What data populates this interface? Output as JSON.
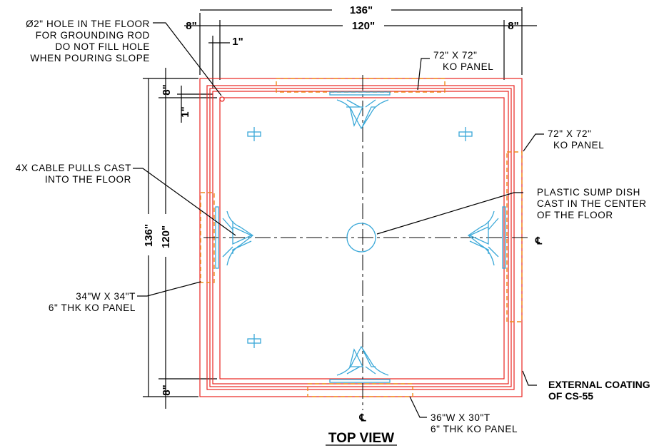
{
  "dimensions": {
    "overall_width": "136\"",
    "left_offset": "8\"",
    "inner_width": "120\"",
    "right_offset": "8\"",
    "hole_offset": "1\"",
    "top_offset": "8\"",
    "side_hole_offset": "1\"",
    "overall_height": "136\"",
    "inner_height": "120\"",
    "bottom_offset": "8\""
  },
  "notes": {
    "grounding_hole": [
      "Ø2\" HOLE IN THE FLOOR",
      "FOR GROUNDING ROD",
      "DO NOT FILL HOLE",
      "WHEN POURING SLOPE"
    ],
    "ko_panel_top": [
      "72\" X 72\"",
      "KO PANEL"
    ],
    "ko_panel_right": [
      "72\" X 72\"",
      "KO PANEL"
    ],
    "cable_pulls": [
      "4X CABLE PULLS CAST",
      "INTO THE FLOOR"
    ],
    "sump_dish": [
      "PLASTIC SUMP DISH",
      "CAST IN THE CENTER",
      "OF THE FLOOR"
    ],
    "ko_panel_left": [
      "34\"W X 34\"T",
      "6\" THK KO PANEL"
    ],
    "external_coating": [
      "EXTERNAL COATING",
      "OF CS-55"
    ],
    "ko_panel_bottom": [
      "36\"W X 30\"T",
      "6\" THK KO PANEL"
    ]
  },
  "centerline_mark": "℄",
  "title": "TOP VIEW",
  "colors": {
    "wall": "#e8231f",
    "ko_panel": "#f08c1a",
    "hardware": "#3aa8d8",
    "lines": "#000000"
  }
}
